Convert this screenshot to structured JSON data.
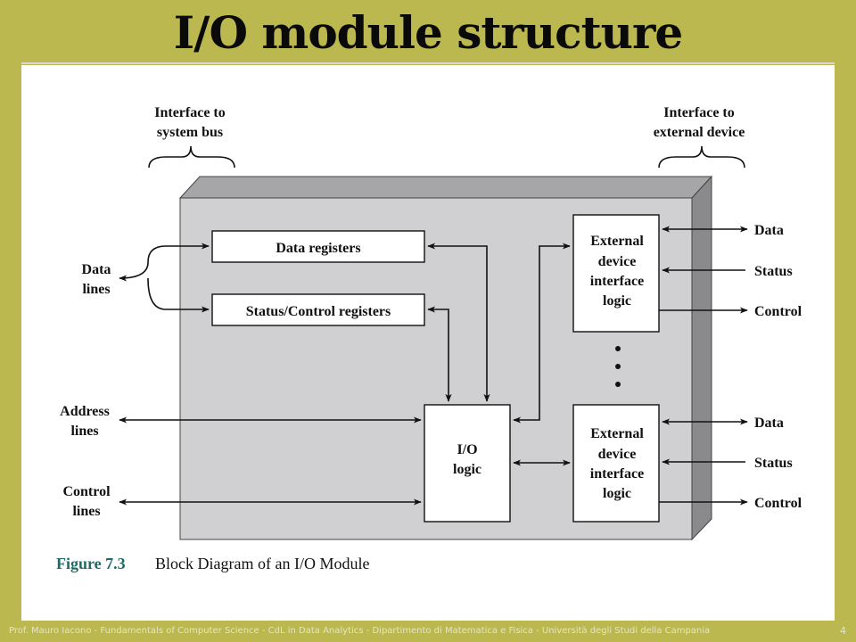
{
  "slide": {
    "title": "I/O module structure",
    "footer": "Prof. Mauro Iacono - Fundamentals of Computer  Science - CdL in Data Analytics - Dipartimento di Matematica e Fisica - Università degli Studi della Campania",
    "page_number": "4"
  },
  "diagram": {
    "interface_system_bus": [
      "Interface to",
      "system bus"
    ],
    "interface_external": [
      "Interface to",
      "external device"
    ],
    "data_lines": [
      "Data",
      "lines"
    ],
    "address_lines": [
      "Address",
      "lines"
    ],
    "control_lines": [
      "Control",
      "lines"
    ],
    "data_registers": "Data registers",
    "status_control_registers": "Status/Control registers",
    "io_logic": [
      "I/O",
      "logic"
    ],
    "ext_logic_top": [
      "External",
      "device",
      "interface",
      "logic"
    ],
    "ext_logic_bottom": [
      "External",
      "device",
      "interface",
      "logic"
    ],
    "right_signals_top": [
      "Data",
      "Status",
      "Control"
    ],
    "right_signals_bottom": [
      "Data",
      "Status",
      "Control"
    ],
    "figure_number": "Figure 7.3",
    "figure_caption": "Block Diagram of an I/O Module"
  },
  "colors": {
    "background": "#bcb850",
    "panel": "#ffffff",
    "module_face": "#d0d0d2",
    "module_top": "#a6a6a8",
    "module_side": "#8a8a8c",
    "figure_number": "#1f6a66"
  }
}
